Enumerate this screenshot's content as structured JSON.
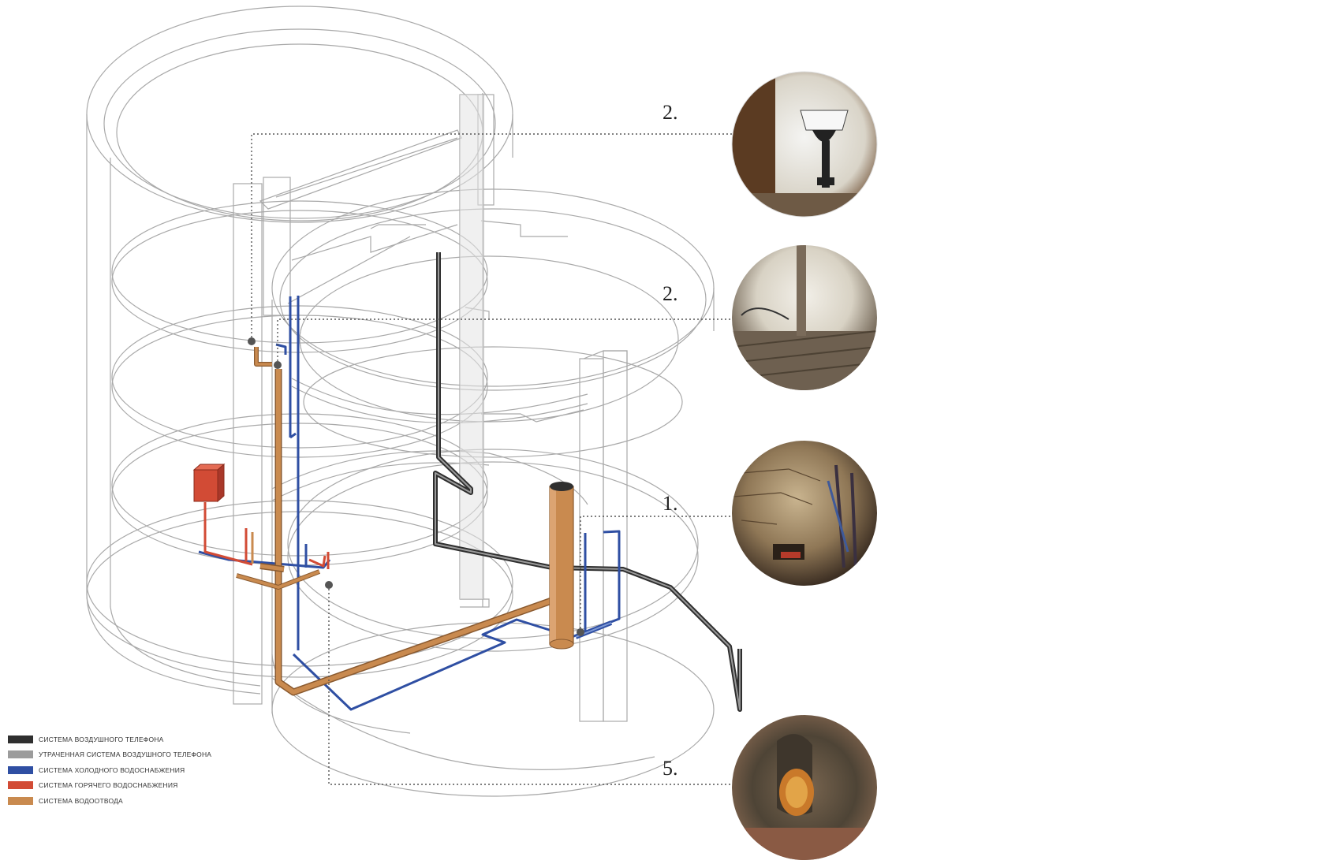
{
  "callouts": [
    {
      "num": "2.",
      "photo": "wall-sink-photo"
    },
    {
      "num": "2.",
      "photo": "wall-floor-photo"
    },
    {
      "num": "1.",
      "photo": "basement-stone-photo"
    },
    {
      "num": "5.",
      "photo": "drain-outlet-photo"
    }
  ],
  "legend": [
    {
      "label": "СИСТЕМА ВОЗДУШНОГО ТЕЛЕФОНА",
      "color": "#2f2f2f"
    },
    {
      "label": "УТРАЧЕННАЯ СИСТЕМА ВОЗДУШНОГО ТЕЛЕФОНА",
      "color": "#9c9c9c"
    },
    {
      "label": "СИСТЕМА ХОЛОДНОГО ВОДОСНАБЖЕНИЯ",
      "color": "#2f4fa3"
    },
    {
      "label": "СИСТЕМА ГОРЯЧЕГО ВОДОСНАБЖЕНИЯ",
      "color": "#d24b35"
    },
    {
      "label": "СИСТЕМА ВОДООТВОДА",
      "color": "#c98a4f"
    }
  ]
}
